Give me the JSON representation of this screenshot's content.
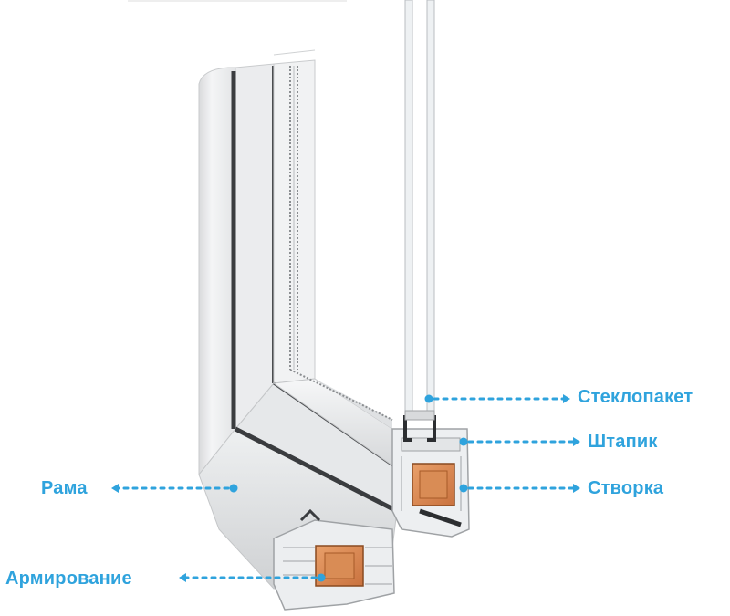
{
  "accent_color": "#2fa3dd",
  "labels": {
    "glass_unit": "Стеклопакет",
    "glazing_bead": "Штапик",
    "sash": "Створка",
    "frame": "Рама",
    "reinforcement": "Армирование"
  }
}
